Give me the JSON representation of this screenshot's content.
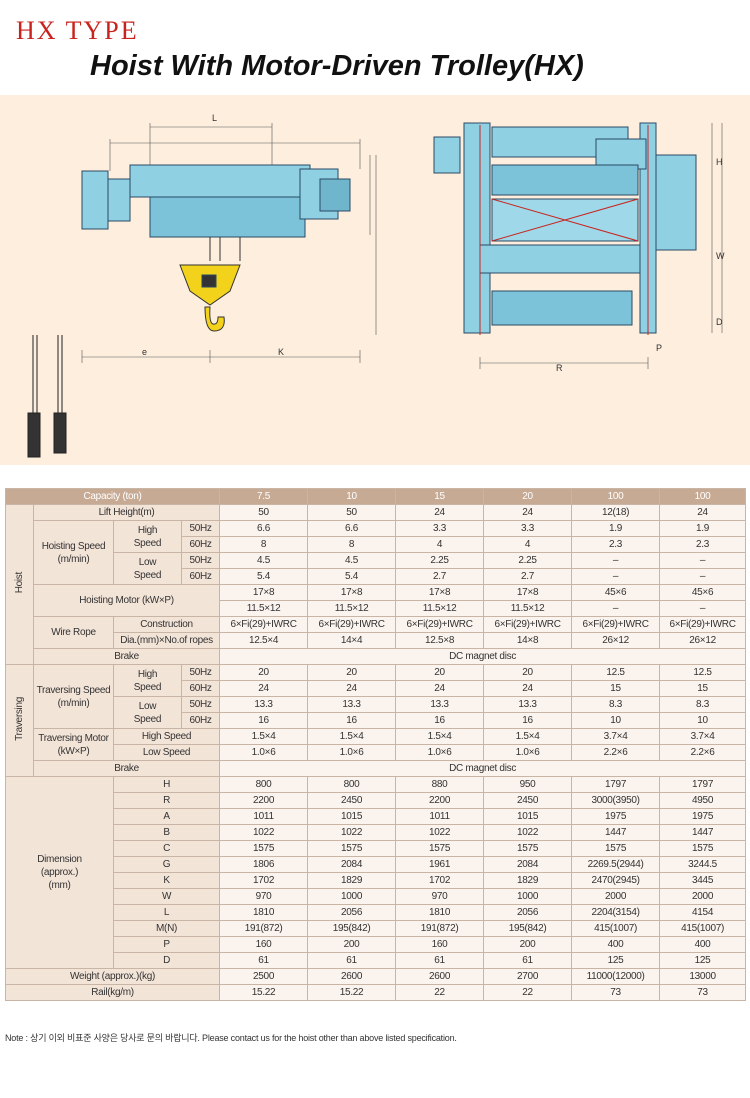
{
  "header": {
    "brand": "HX TYPE",
    "title": "Hoist With Motor-Driven Trolley(HX)"
  },
  "drawing_labels": {
    "L": "L",
    "e": "e",
    "K": "K",
    "H": "H",
    "W": "W",
    "R": "R",
    "P": "P",
    "D": "D"
  },
  "table": {
    "header": {
      "label": "Capacity (ton)",
      "capacities": [
        "7.5",
        "10",
        "15",
        "20",
        "100",
        "100"
      ]
    },
    "groups": {
      "hoist": "Hoist",
      "traversing": "Traversing",
      "dimension": "Dimension\n(approx.)\n(mm)"
    },
    "lift_height": {
      "label": "Lift Height(m)",
      "values": [
        "50",
        "50",
        "24",
        "24",
        "12(18)",
        "24"
      ]
    },
    "hoisting_speed": {
      "label": "Hoisting Speed\n(m/min)",
      "high": "High\nSpeed",
      "low": "Low\nSpeed",
      "hz50": "50Hz",
      "hz60": "60Hz",
      "high50": [
        "6.6",
        "6.6",
        "3.3",
        "3.3",
        "1.9",
        "1.9"
      ],
      "high60": [
        "8",
        "8",
        "4",
        "4",
        "2.3",
        "2.3"
      ],
      "low50": [
        "4.5",
        "4.5",
        "2.25",
        "2.25",
        "–",
        "–"
      ],
      "low60": [
        "5.4",
        "5.4",
        "2.7",
        "2.7",
        "–",
        "–"
      ]
    },
    "hoisting_motor": {
      "label": "Hoisting Motor (kW×P)",
      "row1": [
        "17×8",
        "17×8",
        "17×8",
        "17×8",
        "45×6",
        "45×6"
      ],
      "row2": [
        "11.5×12",
        "11.5×12",
        "11.5×12",
        "11.5×12",
        "–",
        "–"
      ]
    },
    "wire_rope": {
      "label": "Wire Rope",
      "construction_label": "Construction",
      "construction": [
        "6×Fi(29)+IWRC",
        "6×Fi(29)+IWRC",
        "6×Fi(29)+IWRC",
        "6×Fi(29)+IWRC",
        "6×Fi(29)+IWRC",
        "6×Fi(29)+IWRC"
      ],
      "dia_label": "Dia.(mm)×No.of ropes",
      "dia": [
        "12.5×4",
        "14×4",
        "12.5×8",
        "14×8",
        "26×12",
        "26×12"
      ]
    },
    "brake_label": "Brake",
    "brake_value": "DC magnet disc",
    "traversing_speed": {
      "label": "Traversing Speed\n(m/min)",
      "high50": [
        "20",
        "20",
        "20",
        "20",
        "12.5",
        "12.5"
      ],
      "high60": [
        "24",
        "24",
        "24",
        "24",
        "15",
        "15"
      ],
      "low50": [
        "13.3",
        "13.3",
        "13.3",
        "13.3",
        "8.3",
        "8.3"
      ],
      "low60": [
        "16",
        "16",
        "16",
        "16",
        "10",
        "10"
      ]
    },
    "traversing_motor": {
      "label": "Traversing Motor\n(kW×P)",
      "high_label": "High Speed",
      "low_label": "Low Speed",
      "high": [
        "1.5×4",
        "1.5×4",
        "1.5×4",
        "1.5×4",
        "3.7×4",
        "3.7×4"
      ],
      "low": [
        "1.0×6",
        "1.0×6",
        "1.0×6",
        "1.0×6",
        "2.2×6",
        "2.2×6"
      ]
    },
    "dimensions": [
      {
        "key": "H",
        "values": [
          "800",
          "800",
          "880",
          "950",
          "1797",
          "1797"
        ]
      },
      {
        "key": "R",
        "values": [
          "2200",
          "2450",
          "2200",
          "2450",
          "3000(3950)",
          "4950"
        ]
      },
      {
        "key": "A",
        "values": [
          "1011",
          "1015",
          "1011",
          "1015",
          "1975",
          "1975"
        ]
      },
      {
        "key": "B",
        "values": [
          "1022",
          "1022",
          "1022",
          "1022",
          "1447",
          "1447"
        ]
      },
      {
        "key": "C",
        "values": [
          "1575",
          "1575",
          "1575",
          "1575",
          "1575",
          "1575"
        ]
      },
      {
        "key": "G",
        "values": [
          "1806",
          "2084",
          "1961",
          "2084",
          "2269.5(2944)",
          "3244.5"
        ]
      },
      {
        "key": "K",
        "values": [
          "1702",
          "1829",
          "1702",
          "1829",
          "2470(2945)",
          "3445"
        ]
      },
      {
        "key": "W",
        "values": [
          "970",
          "1000",
          "970",
          "1000",
          "2000",
          "2000"
        ]
      },
      {
        "key": "L",
        "values": [
          "1810",
          "2056",
          "1810",
          "2056",
          "2204(3154)",
          "4154"
        ]
      },
      {
        "key": "M(N)",
        "values": [
          "191(872)",
          "195(842)",
          "191(872)",
          "195(842)",
          "415(1007)",
          "415(1007)"
        ]
      },
      {
        "key": "P",
        "values": [
          "160",
          "200",
          "160",
          "200",
          "400",
          "400"
        ]
      },
      {
        "key": "D",
        "values": [
          "61",
          "61",
          "61",
          "61",
          "125",
          "125"
        ]
      }
    ],
    "weight": {
      "label": "Weight (approx.)(kg)",
      "values": [
        "2500",
        "2600",
        "2600",
        "2700",
        "11000(12000)",
        "13000"
      ]
    },
    "rail": {
      "label": "Rail(kg/m)",
      "values": [
        "15.22",
        "15.22",
        "22",
        "22",
        "73",
        "73"
      ]
    }
  },
  "note": "Note : 상기 이외 비표준 사양은 당사로 문의 바랍니다.  Please contact us for the hoist other than above listed specification."
}
